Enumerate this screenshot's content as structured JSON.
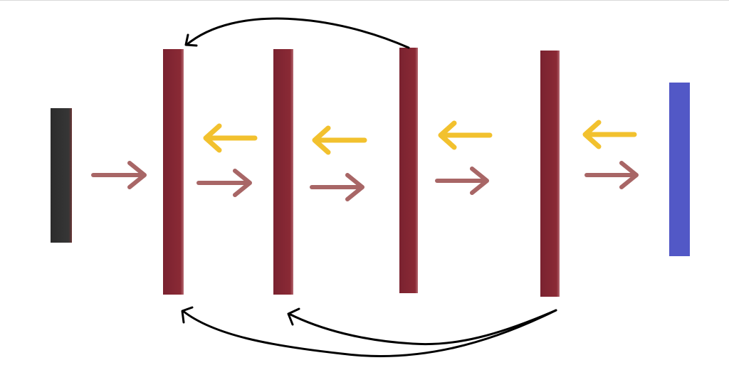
{
  "colors": {
    "input_block": "#363636",
    "input_block_edge": "#6b3535",
    "hidden_layer": "#8a2a35",
    "hidden_layer_edge": "#b66b73",
    "output_block": "#5258c6",
    "forward_arrow": "#a86666",
    "backward_arrow": "#f2c12e",
    "skip_connection": "#000000",
    "background": "#ffffff"
  },
  "icons": {
    "forward_arrow": "right-arrow-icon",
    "backward_arrow": "left-arrow-icon",
    "skip_connection": "curved-arrow-icon"
  },
  "diagram": {
    "blocks": [
      {
        "id": "input-block",
        "kind": "input"
      },
      {
        "id": "layer-1",
        "kind": "hidden"
      },
      {
        "id": "layer-2",
        "kind": "hidden"
      },
      {
        "id": "layer-3",
        "kind": "hidden"
      },
      {
        "id": "layer-4",
        "kind": "hidden"
      },
      {
        "id": "output-block",
        "kind": "output"
      }
    ],
    "forward_arrows": [
      {
        "from": "input-block",
        "to": "layer-1"
      },
      {
        "from": "layer-1",
        "to": "layer-2"
      },
      {
        "from": "layer-2",
        "to": "layer-3"
      },
      {
        "from": "layer-3",
        "to": "layer-4"
      },
      {
        "from": "layer-4",
        "to": "output-block"
      }
    ],
    "backward_arrows": [
      {
        "from": "layer-2",
        "to": "layer-1"
      },
      {
        "from": "layer-3",
        "to": "layer-2"
      },
      {
        "from": "layer-4",
        "to": "layer-3"
      },
      {
        "from": "output-block",
        "to": "layer-4"
      }
    ],
    "skip_connections": [
      {
        "from": "layer-3",
        "to": "layer-1",
        "side": "top"
      },
      {
        "from": "layer-4",
        "to": "layer-1",
        "side": "bottom"
      },
      {
        "from": "layer-4",
        "to": "layer-2",
        "side": "bottom"
      }
    ]
  }
}
